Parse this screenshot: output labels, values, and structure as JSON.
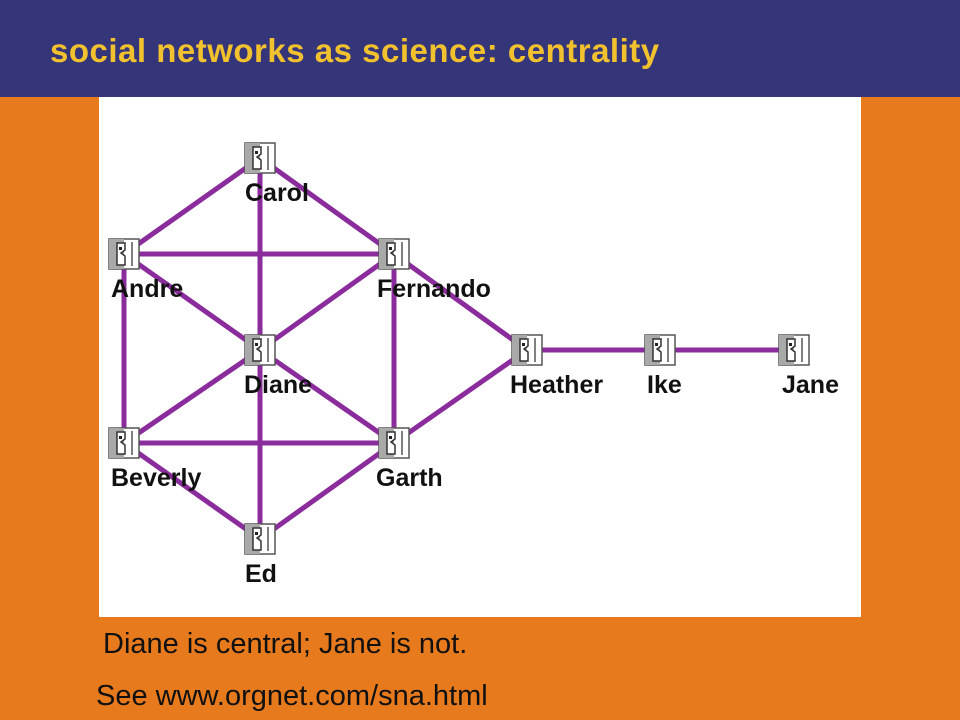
{
  "header": {
    "title": "social networks as science: centrality"
  },
  "colors": {
    "header_bg": "#35357A",
    "title_text": "#F2C12E",
    "slide_bg": "#E87A1E",
    "edge": "#8B2C9C",
    "panel_bg": "#FFFFFF"
  },
  "network": {
    "node_icon": "person-face-icon",
    "nodes": [
      {
        "id": "carol",
        "label": "Carol"
      },
      {
        "id": "andre",
        "label": "Andre"
      },
      {
        "id": "fernando",
        "label": "Fernando"
      },
      {
        "id": "diane",
        "label": "Diane"
      },
      {
        "id": "heather",
        "label": "Heather"
      },
      {
        "id": "ike",
        "label": "Ike"
      },
      {
        "id": "jane",
        "label": "Jane"
      },
      {
        "id": "beverly",
        "label": "Beverly"
      },
      {
        "id": "garth",
        "label": "Garth"
      },
      {
        "id": "ed",
        "label": "Ed"
      }
    ],
    "edges": [
      [
        "carol",
        "andre"
      ],
      [
        "carol",
        "fernando"
      ],
      [
        "carol",
        "diane"
      ],
      [
        "andre",
        "fernando"
      ],
      [
        "andre",
        "diane"
      ],
      [
        "andre",
        "beverly"
      ],
      [
        "fernando",
        "diane"
      ],
      [
        "fernando",
        "garth"
      ],
      [
        "fernando",
        "heather"
      ],
      [
        "diane",
        "beverly"
      ],
      [
        "diane",
        "garth"
      ],
      [
        "diane",
        "ed"
      ],
      [
        "beverly",
        "garth"
      ],
      [
        "beverly",
        "ed"
      ],
      [
        "garth",
        "ed"
      ],
      [
        "garth",
        "heather"
      ],
      [
        "heather",
        "ike"
      ],
      [
        "ike",
        "jane"
      ]
    ]
  },
  "caption": "Diane is central; Jane is not.",
  "reference": "See www.orgnet.com/sna.html"
}
